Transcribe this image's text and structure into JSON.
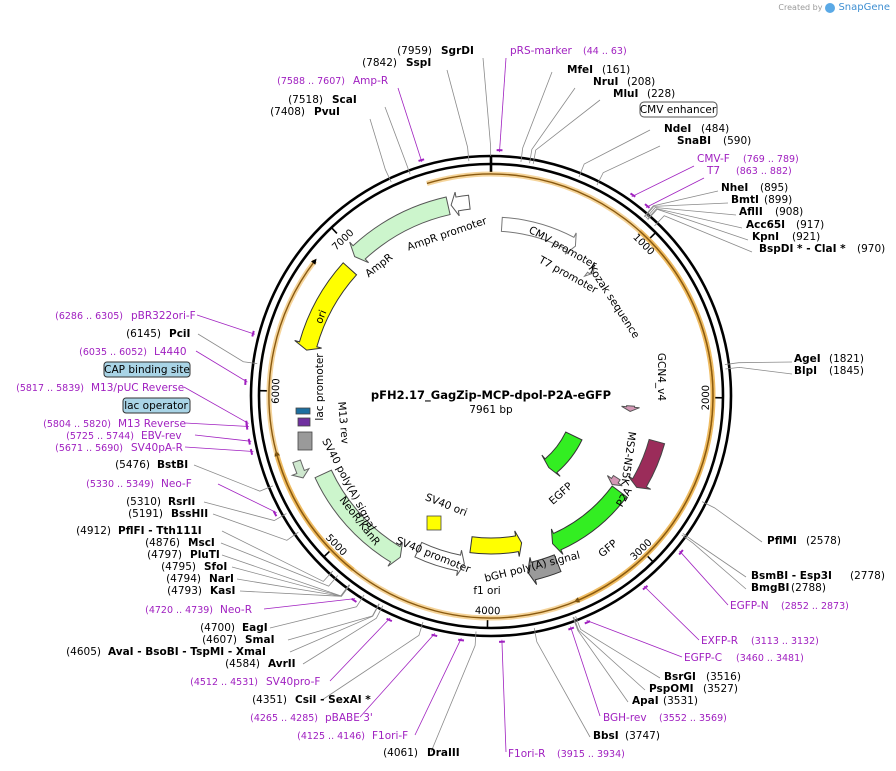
{
  "brand": {
    "prefix": "Created by",
    "name": "SnapGene"
  },
  "plasmid": {
    "name": "pFH2.17_GagZip-MCP-dpol-P2A-eGFP",
    "length": "7961 bp",
    "total_bp": 7961
  },
  "ticks": [
    "1000",
    "2000",
    "3000",
    "4000",
    "5000",
    "6000",
    "7000"
  ],
  "sites": [
    {
      "name": "SgrDI",
      "pos": "(7959)"
    },
    {
      "name": "SspI",
      "pos": "(7842)"
    },
    {
      "name": "ScaI",
      "pos": "(7518)"
    },
    {
      "name": "PvuI",
      "pos": "(7408)"
    },
    {
      "name": "MfeI",
      "pos": "(161)"
    },
    {
      "name": "NruI",
      "pos": "(208)"
    },
    {
      "name": "MluI",
      "pos": "(228)"
    },
    {
      "name": "NdeI",
      "pos": "(484)"
    },
    {
      "name": "SnaBI",
      "pos": "(590)"
    },
    {
      "name": "NheI",
      "pos": "(895)"
    },
    {
      "name": "BmtI",
      "pos": "(899)"
    },
    {
      "name": "AflII",
      "pos": "(908)"
    },
    {
      "name": "Acc65I",
      "pos": "(917)"
    },
    {
      "name": "KpnI",
      "pos": "(921)"
    },
    {
      "name": "BspDI * - ClaI *",
      "pos": "(970)"
    },
    {
      "name": "AgeI",
      "pos": "(1821)"
    },
    {
      "name": "BlpI",
      "pos": "(1845)"
    },
    {
      "name": "PflMI",
      "pos": "(2578)"
    },
    {
      "name": "BsmBI - Esp3I",
      "pos": "(2778)"
    },
    {
      "name": "BmgBI",
      "pos": "(2788)"
    },
    {
      "name": "BsrGI",
      "pos": "(3516)"
    },
    {
      "name": "PspOMI",
      "pos": "(3527)"
    },
    {
      "name": "ApaI",
      "pos": "(3531)"
    },
    {
      "name": "BbsI",
      "pos": "(3747)"
    },
    {
      "name": "DraIII",
      "pos": "(4061)"
    },
    {
      "name": "CsiI - SexAI *",
      "pos": "(4351)"
    },
    {
      "name": "AvaI - BsoBI - TspMI - XmaI",
      "pos": "(4605)"
    },
    {
      "name": "AvrII",
      "pos": "(4584)"
    },
    {
      "name": "SmaI",
      "pos": "(4607)"
    },
    {
      "name": "EagI",
      "pos": "(4700)"
    },
    {
      "name": "KasI",
      "pos": "(4793)"
    },
    {
      "name": "NarI",
      "pos": "(4794)"
    },
    {
      "name": "SfoI",
      "pos": "(4795)"
    },
    {
      "name": "PluTI",
      "pos": "(4797)"
    },
    {
      "name": "MscI",
      "pos": "(4876)"
    },
    {
      "name": "PflFI - Tth111I",
      "pos": "(4912)"
    },
    {
      "name": "BssHII",
      "pos": "(5191)"
    },
    {
      "name": "RsrII",
      "pos": "(5310)"
    },
    {
      "name": "BstBI",
      "pos": "(5476)"
    },
    {
      "name": "PciI",
      "pos": "(6145)"
    }
  ],
  "primers": [
    {
      "name": "pRS-marker",
      "range": "(44 .. 63)"
    },
    {
      "name": "Amp-R",
      "range": "(7588 .. 7607)"
    },
    {
      "name": "CMV-F",
      "range": "(769 .. 789)"
    },
    {
      "name": "T7",
      "range": "(863 .. 882)"
    },
    {
      "name": "EGFP-N",
      "range": "(2852 .. 2873)"
    },
    {
      "name": "EXFP-R",
      "range": "(3113 .. 3132)"
    },
    {
      "name": "EGFP-C",
      "range": "(3460 .. 3481)"
    },
    {
      "name": "BGH-rev",
      "range": "(3552 .. 3569)"
    },
    {
      "name": "F1ori-R",
      "range": "(3915 .. 3934)"
    },
    {
      "name": "F1ori-F",
      "range": "(4125 .. 4146)"
    },
    {
      "name": "pBABE 3'",
      "range": "(4265 .. 4285)"
    },
    {
      "name": "SV40pro-F",
      "range": "(4512 .. 4531)"
    },
    {
      "name": "Neo-R",
      "range": "(4720 .. 4739)"
    },
    {
      "name": "Neo-F",
      "range": "(5330 .. 5349)"
    },
    {
      "name": "SV40pA-R",
      "range": "(5671 .. 5690)"
    },
    {
      "name": "EBV-rev",
      "range": "(5725 .. 5744)"
    },
    {
      "name": "M13 Reverse",
      "range": "(5804 .. 5820)"
    },
    {
      "name": "M13/pUC Reverse",
      "range": "(5817 .. 5839)"
    },
    {
      "name": "L4440",
      "range": "(6035 .. 6052)"
    },
    {
      "name": "pBR322ori-F",
      "range": "(6286 .. 6305)"
    }
  ],
  "boxed_features": {
    "cmv_enhancer": "CMV enhancer",
    "cap_binding_site": "CAP binding site",
    "lac_operator": "lac operator"
  },
  "features": {
    "cmv_promoter": "CMV promoter",
    "t7_promoter": "T7 promoter",
    "kozak": "Kozak sequence",
    "gcn4": "GCN4_v4",
    "ms2": "MS2-N55K",
    "p2a": "P2A",
    "gfp": "GFP",
    "egfp": "EGFP",
    "bgh": "bGH poly(A) signal",
    "f1ori": "f1 ori",
    "sv40promoter": "SV40 promoter",
    "sv40ori": "SV40 ori",
    "neor": "NeoR/KanR",
    "sv40polyA": "SV40 poly(A) signal",
    "m13rev": "M13 rev",
    "lacpromoter": "lac promoter",
    "ori": "ori",
    "ampr": "AmpR",
    "amprpromoter": "AmpR promoter"
  },
  "colors": {
    "backbone": "#000000",
    "promoter": "#ffffff",
    "cds_green": "#33ee22",
    "ampr_fill": "#ccf5cc",
    "ori_yellow": "#ffff00",
    "polyA_gray": "#9a9a9a",
    "ms2": "#9b2c5a",
    "gcn4": "#d497b5",
    "orf_orange": "#e8a020",
    "primer_purple": "#a020c0",
    "feature_box": "#a9d4e6"
  }
}
